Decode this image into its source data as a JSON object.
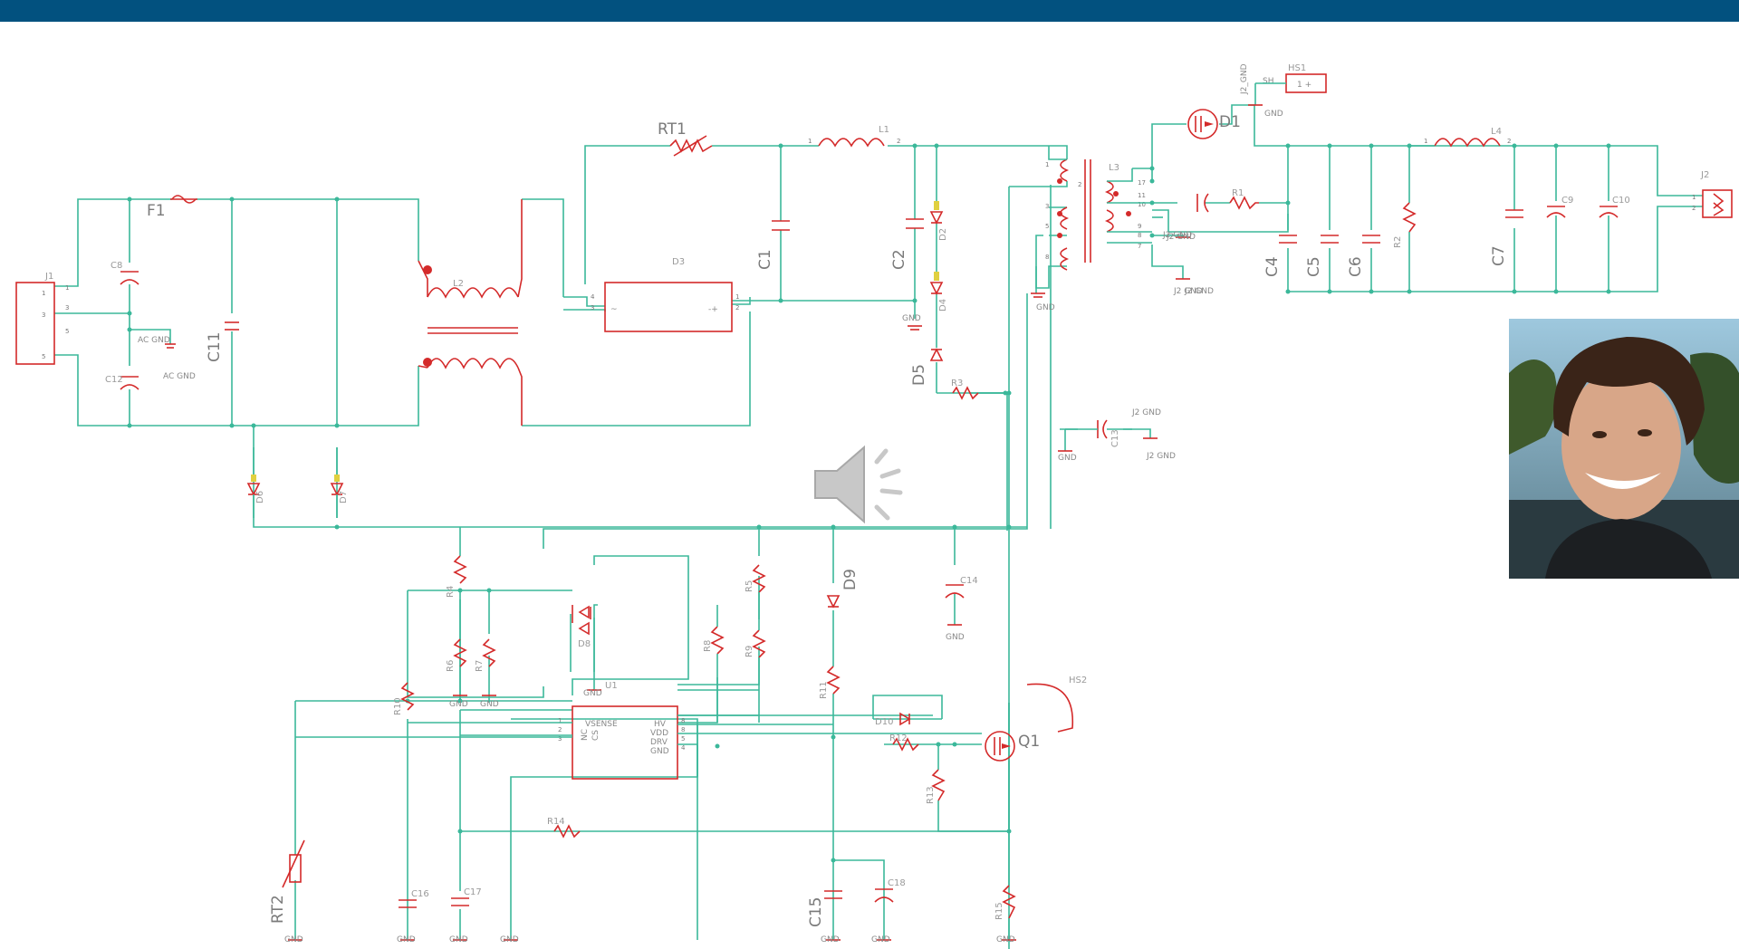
{
  "window": {
    "top_bar_color": "#02517f"
  },
  "schematic": {
    "refs": {
      "F1": "F1",
      "RT1": "RT1",
      "RT2": "RT2",
      "C1": "C1",
      "C2": "C2",
      "C4": "C4",
      "C5": "C5",
      "C6": "C6",
      "C7": "C7",
      "C9": "C9",
      "C10": "C10",
      "C11": "C11",
      "C8": "C8",
      "C12": "C12",
      "C13": "C13",
      "C14": "C14",
      "C15": "C15",
      "C16": "C16",
      "C17": "C17",
      "C18": "C18",
      "D1": "D1",
      "D2": "D2",
      "D3": "D3",
      "D4": "D4",
      "D5": "D5",
      "D6": "D6",
      "D7": "D7",
      "D8": "D8",
      "D9": "D9",
      "D10": "D10",
      "Q1": "Q1",
      "U1": "U1",
      "J1": "J1",
      "J2": "J2",
      "L1": "L1",
      "L2": "L2",
      "L3": "L3",
      "L4": "L4",
      "HS1": "HS1",
      "HS2": "HS2",
      "SH": "SH",
      "R1": "R1",
      "R2": "R2",
      "R3": "R3",
      "R4": "R4",
      "R5": "R5",
      "R6": "R6",
      "R7": "R7",
      "R8": "R8",
      "R9": "R9",
      "R10": "R10",
      "R11": "R11",
      "R12": "R12",
      "R13": "R13",
      "R14": "R14",
      "R15": "R15"
    },
    "nets": {
      "gnd": "GND",
      "ac_gnd": "AC GND",
      "j2_gnd": "J2 GND",
      "j2_gnd_compact": "J2_GND"
    },
    "u1_pins": {
      "vsense": "VSENSE",
      "hv": "HV",
      "vdd": "VDD",
      "drv": "DRV",
      "gnd": "GND",
      "nc": "NC",
      "cs": "CS"
    },
    "colors": {
      "wire": "#3bb89a",
      "component": "#d42a2a",
      "dot": "#3bb89a"
    }
  },
  "overlay": {
    "speaker_icon": "speaker-icon",
    "presenter_video": "presenter-video"
  }
}
